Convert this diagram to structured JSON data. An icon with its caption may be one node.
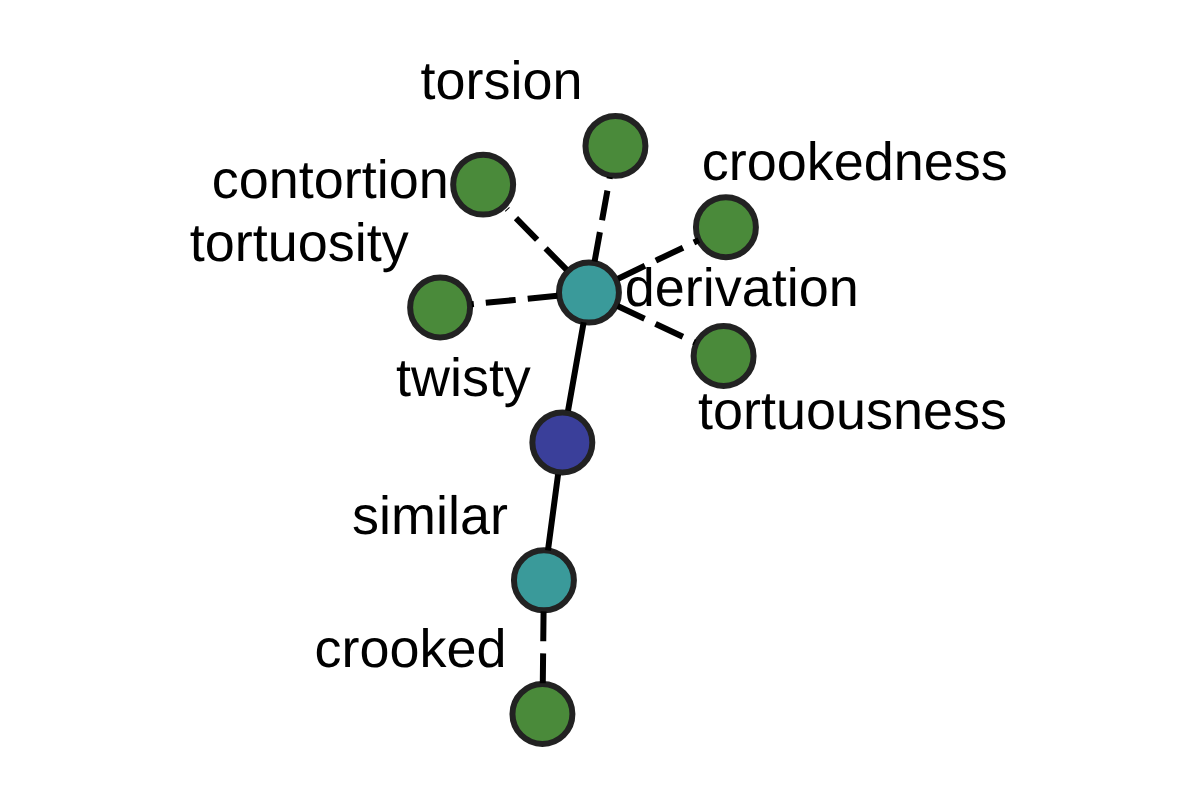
{
  "diagram": {
    "nodes": [
      {
        "text": [],
        "shape": "circle",
        "beside": [
          "twisty"
        ]
      },
      {
        "text": [],
        "shape": "circle",
        "beside": [
          "similar"
        ]
      },
      {
        "text": [],
        "shape": "circle",
        "beside": [
          "crooked"
        ]
      },
      {
        "text": [],
        "shape": "circle",
        "beside": [
          "derivation"
        ]
      },
      {
        "text": [],
        "shape": "circle",
        "beside": [
          "torsion"
        ]
      },
      {
        "text": [],
        "shape": "circle",
        "beside": [
          "contortion"
        ]
      },
      {
        "text": [],
        "shape": "circle",
        "beside": [
          "tortuosity"
        ]
      },
      {
        "text": [],
        "shape": "circle",
        "beside": [
          "crookedness"
        ]
      },
      {
        "text": [],
        "shape": "circle",
        "beside": [
          "tortuousness"
        ]
      }
    ],
    "edges": [
      {
        "from": 0,
        "to": 1,
        "arrow": "none"
      },
      {
        "from": 0,
        "to": 3,
        "arrow": "none"
      },
      {
        "from": 1,
        "to": 2,
        "arrow": "none",
        "style": "dashed"
      },
      {
        "from": 3,
        "to": 4,
        "arrow": "none",
        "style": "dashed"
      },
      {
        "from": 3,
        "to": 5,
        "arrow": "none",
        "style": "dashed"
      },
      {
        "from": 3,
        "to": 6,
        "arrow": "none",
        "style": "dashed"
      },
      {
        "from": 3,
        "to": 7,
        "arrow": "none",
        "style": "dashed"
      },
      {
        "from": 3,
        "to": 8,
        "arrow": "none",
        "style": "dashed"
      }
    ]
  }
}
